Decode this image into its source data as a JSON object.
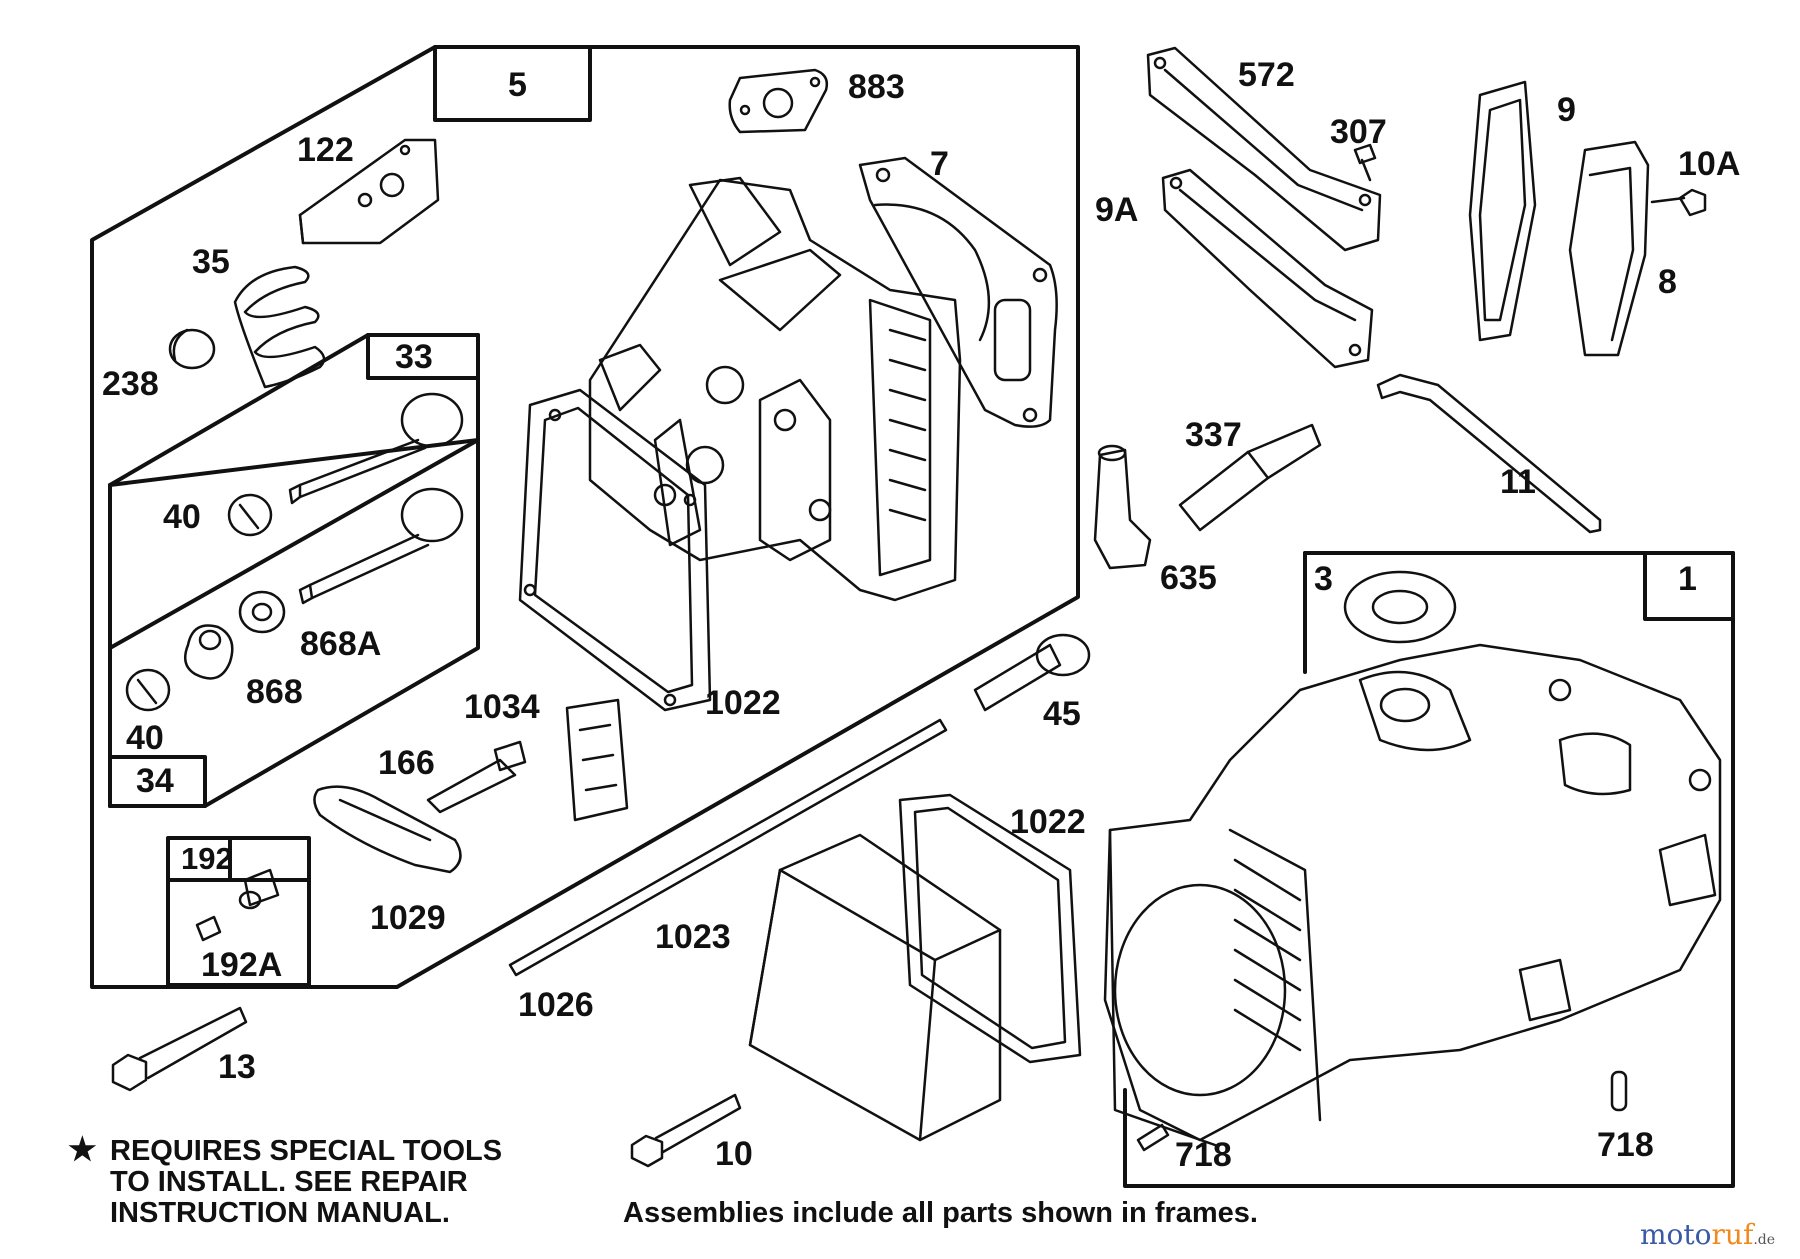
{
  "diagram": {
    "frames": {
      "f5": "5",
      "f33": "33",
      "f34": "34",
      "f192": "192",
      "f1": "1"
    },
    "parts": {
      "p883": "883",
      "p122": "122",
      "p7": "7",
      "p35": "35",
      "p238": "238",
      "p40a": "40",
      "p868a": "868A",
      "p868": "868",
      "p40b": "40",
      "p1034": "1034",
      "p1022a": "1022",
      "p166": "166",
      "p1029": "1029",
      "p192a": "192A",
      "p13": "13",
      "p572": "572",
      "p307": "307",
      "p9a": "9A",
      "p9": "9",
      "p10a": "10A",
      "p8": "8",
      "p337": "337",
      "p11": "11",
      "p635": "635",
      "p3": "3",
      "p45": "45",
      "p1022b": "1022",
      "p1023": "1023",
      "p1026": "1026",
      "p10": "10",
      "p718a": "718",
      "p718b": "718"
    },
    "icons": [
      "star-icon"
    ]
  },
  "notes": {
    "star": "★",
    "special_tools": [
      "REQUIRES SPECIAL TOOLS",
      "TO INSTALL.  SEE REPAIR",
      "INSTRUCTION MANUAL."
    ],
    "assemblies": "Assemblies include all parts shown in frames."
  },
  "watermark": {
    "main": "moto",
    "accent": "ruf",
    "suffix": ".de"
  },
  "colors": {
    "ink": "#111111",
    "watermark_blue": "#3a5aa8",
    "watermark_orange": "#f08a1c"
  }
}
